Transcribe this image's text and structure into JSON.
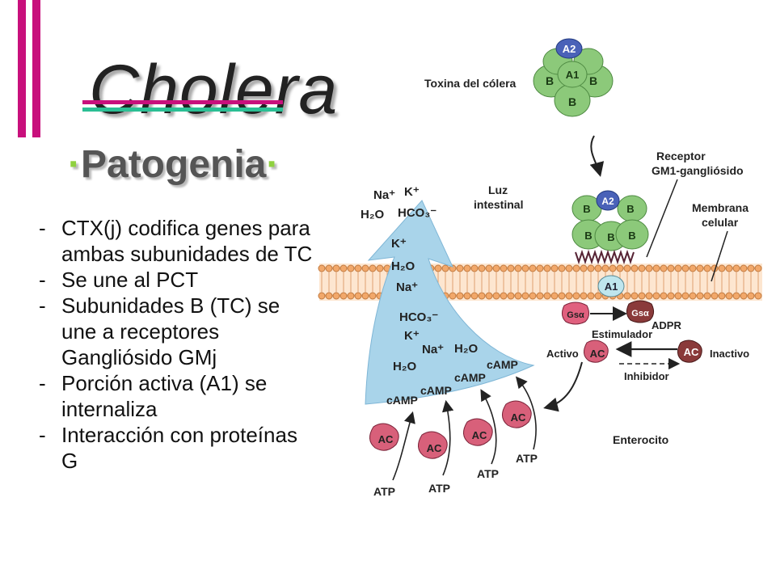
{
  "slide": {
    "title": "Cholera",
    "subtitle": "Patogenia",
    "subtitle_dot": "·",
    "bullets": [
      "CTX(j) codifica genes para ambas subunidades de TC",
      "Se une al PCT",
      "Subunidades B (TC) se une a receptores Gangliósido GMj",
      "Porción activa (A1) se internaliza",
      "Interacción con proteínas G"
    ],
    "colors": {
      "accent": "#c8107c",
      "accent2": "#2bbf94",
      "dot": "#8fd13f"
    }
  },
  "diagram": {
    "toxin_label": "Toxina del cólera",
    "receptor_label_1": "Receptor",
    "receptor_label_2": "GM1-gangliósido",
    "lumen_label_1": "Luz",
    "lumen_label_2": "intestinal",
    "membrane_label_1": "Membrana",
    "membrane_label_2": "celular",
    "enterocyte_label": "Enterocito",
    "subunit_a2": "A2",
    "subunit_a1": "A1",
    "subunit_b": "B",
    "gs_alpha": "Gsα",
    "adpr": "ADPR",
    "stimulator": "Estimulador",
    "inhibitor": "Inhibidor",
    "active": "Activo",
    "inactive": "Inactivo",
    "ac": "AC",
    "camp": "cAMP",
    "atp": "ATP",
    "na": "Na⁺",
    "k": "K⁺",
    "h2o": "H₂O",
    "hco3": "HCO₃⁻",
    "colors": {
      "toxin_green": "#8cc97a",
      "a2_blue": "#4a62b8",
      "a1_cyan": "#bfe6ee",
      "gs_pink": "#e0607e",
      "gs_brown": "#8a3a3a",
      "ac_pink": "#d8607a",
      "membrane": "#f2b07a",
      "arrow_blue": "#9fcfe8"
    }
  }
}
